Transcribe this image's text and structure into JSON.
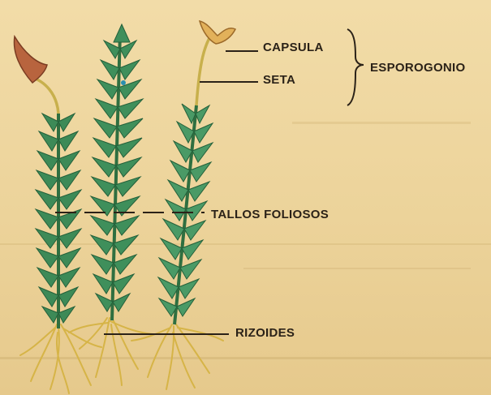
{
  "labels": {
    "capsula": "CAPSULA",
    "seta": "SETA",
    "esporogonio": "ESPOROGONIO",
    "tallos_foliosos": "TALLOS FOLIOSOS",
    "rizoides": "RIZOIDES"
  },
  "colors": {
    "paper": "#efd9a4",
    "leaf_dark": "#2f7a4a",
    "leaf_light": "#4f9a66",
    "capsule": "#b5623c",
    "seta": "#c9b14a",
    "rhizoid": "#d8b64a",
    "ink": "#2b2218"
  }
}
